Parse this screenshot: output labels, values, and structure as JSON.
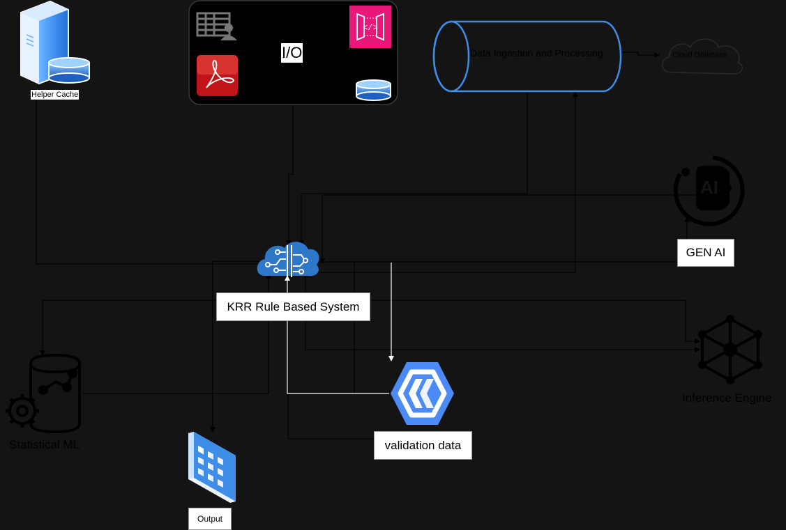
{
  "nodes": {
    "helper_cache": "Helper Cache",
    "io": "I/O",
    "data_ingestion": "Data Ingestion and Processing",
    "cloud_database": "Cloud Database",
    "gen_ai": "GEN AI",
    "gen_ai_icon_text": "AI",
    "krr": "KRR Rule Based System",
    "inference_engine": "Inference Engine",
    "statistical_ml": "Statistical ML",
    "validation_data": "validation data",
    "output": "Output"
  },
  "colors": {
    "background": "#141414",
    "ingestion_border": "#3d8ee8",
    "validation_blue": "#4c8bf5",
    "krr_blue": "#2f78c9",
    "api_pink": "#e8187a",
    "pdf_red": "#c0141a"
  },
  "icons": [
    "server-icon",
    "spreadsheet-user-icon",
    "api-gateway-icon",
    "pdf-icon",
    "database-icon",
    "cloud-icon",
    "ai-play-icon",
    "brain-circuit-icon",
    "network-hub-icon",
    "ml-database-icon",
    "api-hexagon-icon",
    "building-icon"
  ]
}
